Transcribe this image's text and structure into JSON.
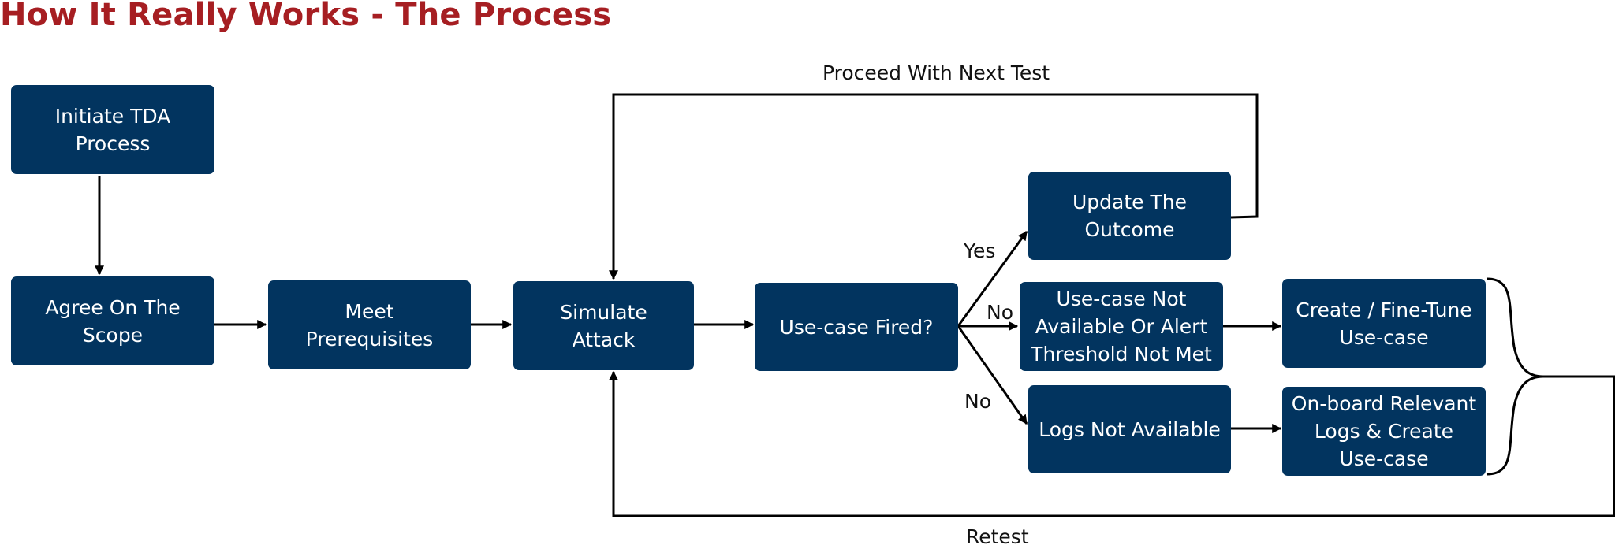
{
  "title": "How It Really Works - The Process",
  "nodes": {
    "initiate": "Initiate TDA\nProcess",
    "agree": "Agree On The Scope",
    "meet": "Meet\nPrerequisites",
    "simulate": "Simulate\nAttack",
    "fired": "Use-case Fired?",
    "update": "Update The\nOutcome",
    "not_available": "Use-case Not\nAvailable Or Alert\nThreshold Not Met",
    "logs_not": "Logs Not Available",
    "create": "Create / Fine-Tune\nUse-case",
    "onboard": "On-board Relevant\nLogs & Create\nUse-case"
  },
  "labels": {
    "proceed": "Proceed With Next Test",
    "yes": "Yes",
    "no_upper": "No",
    "no_lower": "No",
    "retest": "Retest"
  },
  "colors": {
    "box": "#02345f",
    "title": "#a61e22",
    "text_on_box": "#ffffff",
    "lines": "#000000"
  }
}
